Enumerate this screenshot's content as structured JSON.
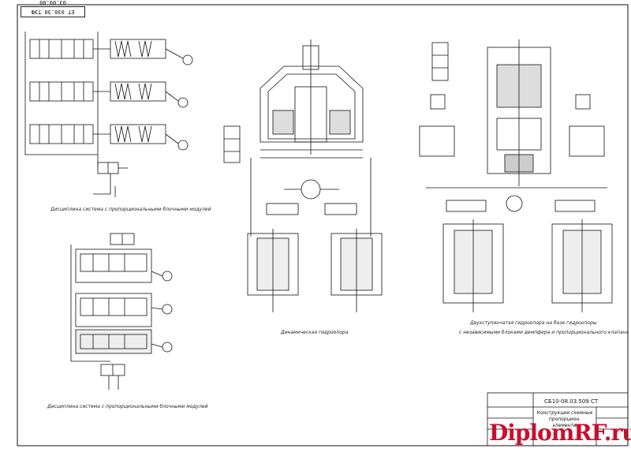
{
  "sheet": {
    "stamp": "ЕТ 030.30 ТЭФ 03.00.00",
    "title_block": {
      "code": "СБ10-08.03.509 СТ",
      "title_lines": [
        "Конструкции схемные",
        "пропорцион.",
        "элементы"
      ]
    }
  },
  "captions": {
    "scheme_top": "Дисциплина система с пропорциональными блочными модулей",
    "scheme_bottom": "Дисциплина система с пропорциональными блочными модулей",
    "actuator_left": "Динамическая гидроопора",
    "actuator_right_1": "Двухступенчатая гидроопора на базе гидроопоры",
    "actuator_right_2": "с независимыми блоками демпфера и пропорционального клапана"
  },
  "watermark": "DiplomRF.ru",
  "colors": {
    "line": "#111111",
    "watermark": "#c8102e"
  }
}
